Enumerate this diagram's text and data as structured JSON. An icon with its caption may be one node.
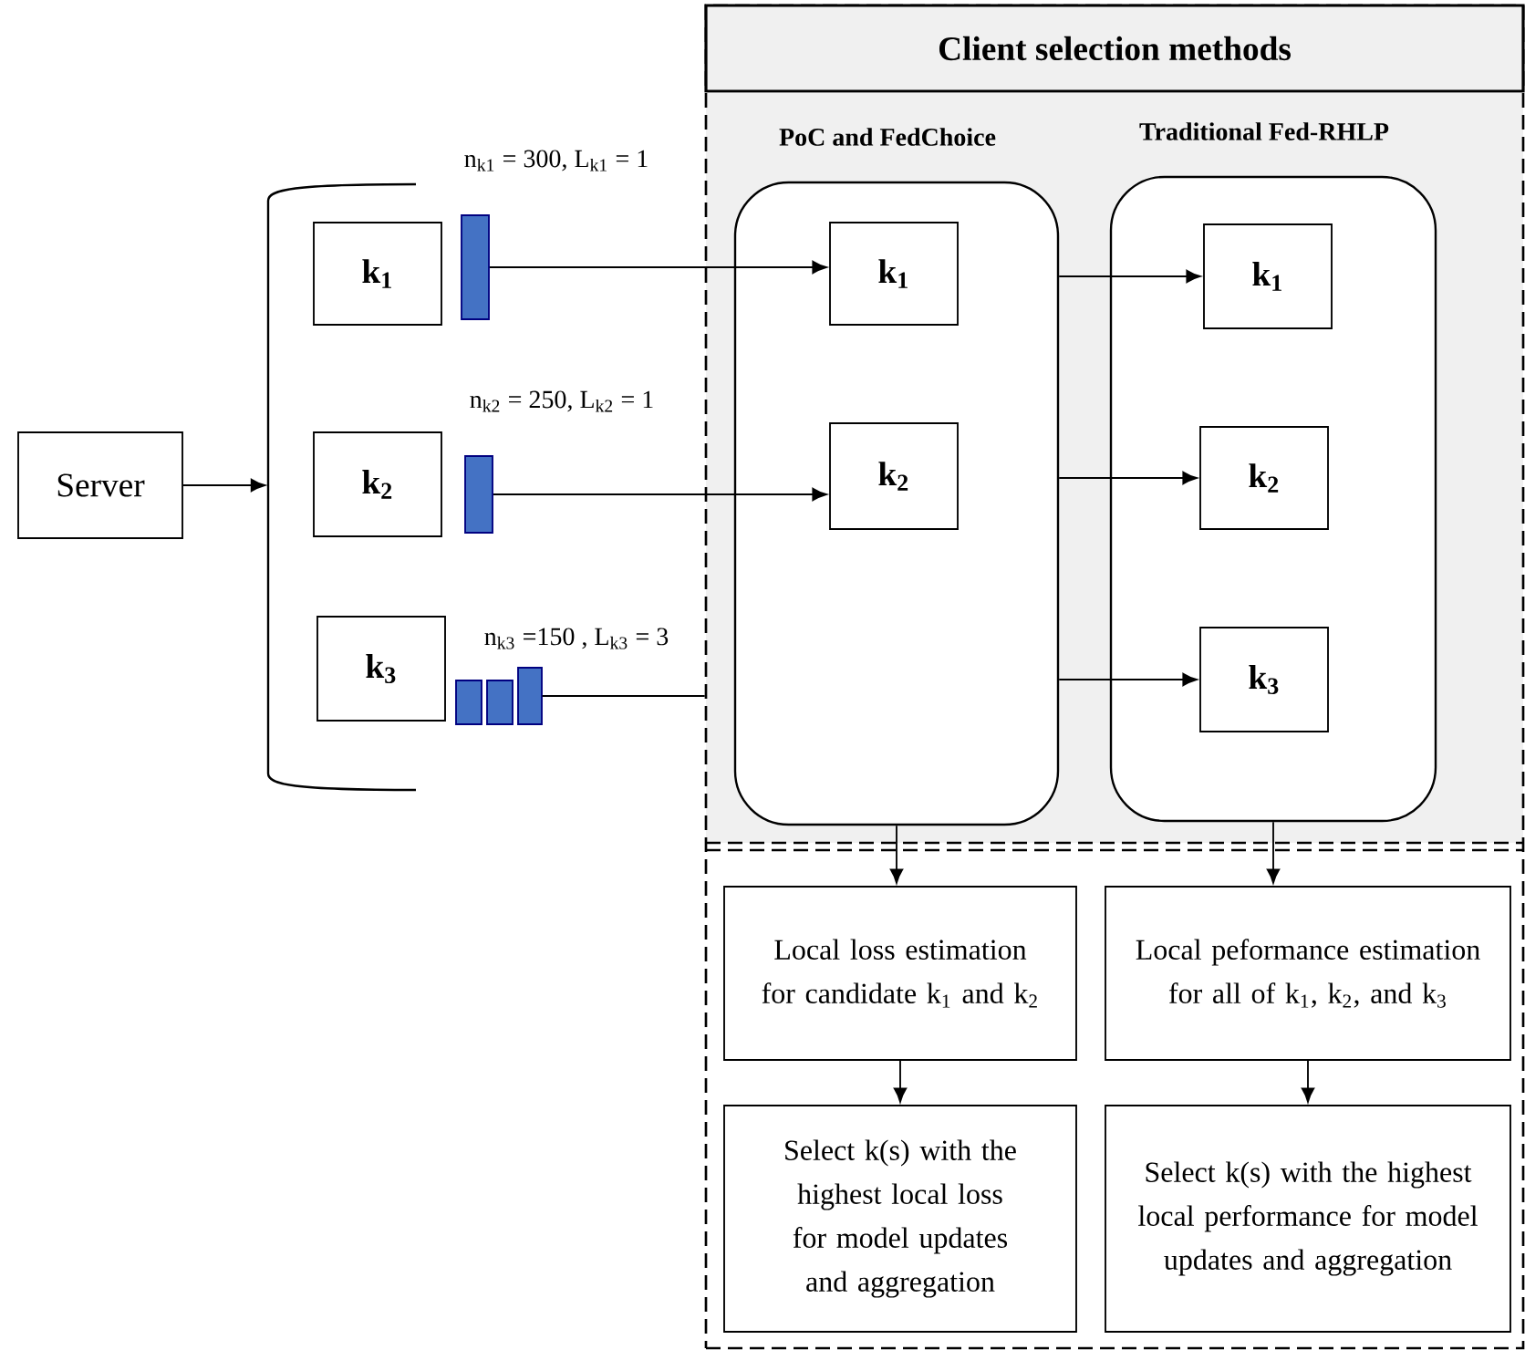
{
  "diagram": {
    "nodes": [
      {
        "text": [
          "Server"
        ]
      },
      {
        "text": [
          "Client selection methods"
        ]
      },
      {
        "text": [
          "PoC and FedChoice"
        ],
        "in": 1
      },
      {
        "text": [
          "Traditional Fed-RHLP"
        ],
        "in": 1
      },
      {
        "text": [
          "k$_{1}$"
        ]
      },
      {
        "text": [
          "k$_{2}$"
        ]
      },
      {
        "text": [
          "k$_{3}$"
        ]
      },
      {
        "text": [],
        "shape": "bar",
        "beside": [
          "n$_{k1}$ = 300, L$_{k1}$ = 1"
        ]
      },
      {
        "text": [],
        "shape": "bar",
        "beside": [
          "n$_{k2}$ = 250, L$_{k2}$ = 1"
        ]
      },
      {
        "text": [],
        "shape": "bar",
        "beside": [
          "n$_{k3}$ =150 , L$_{k3}$ = 3"
        ]
      },
      {
        "text": [
          "k$_{1}$"
        ],
        "in": 2
      },
      {
        "text": [
          "k$_{2}$"
        ],
        "in": 2
      },
      {
        "text": [
          "k$_{1}$"
        ],
        "in": 3
      },
      {
        "text": [
          "k$_{2}$"
        ],
        "in": 3
      },
      {
        "text": [
          "k$_{3}$"
        ],
        "in": 3
      },
      {
        "text": [
          "Local loss estimation for candidate k$_{1}$ and k$_{2}$"
        ],
        "in": 1
      },
      {
        "text": [
          "Local peformance estimation for all of k$_{1}$, k$_{2}$, and k$_{3}$"
        ],
        "in": 1
      },
      {
        "text": [
          "Select k(s) with the highest local loss for model updates and aggregation"
        ],
        "in": 1
      },
      {
        "text": [
          "Select k(s) with the highest local performance for model updates and aggregation"
        ],
        "in": 1
      },
      {
        "text": [],
        "shape": "bracket"
      }
    ],
    "edges": [
      {
        "from": 0,
        "to": 19,
        "arrow": "to"
      },
      {
        "from": 7,
        "to": 10,
        "arrow": "to"
      },
      {
        "from": 8,
        "to": 11,
        "arrow": "to"
      },
      {
        "from": 9,
        "to": 1,
        "arrow": "none"
      },
      {
        "from": 2,
        "to": 12,
        "arrow": "to"
      },
      {
        "from": 2,
        "to": 13,
        "arrow": "to"
      },
      {
        "from": 2,
        "to": 14,
        "arrow": "to"
      },
      {
        "from": 2,
        "to": 15,
        "arrow": "to"
      },
      {
        "from": 3,
        "to": 16,
        "arrow": "to"
      },
      {
        "from": 15,
        "to": 17,
        "arrow": "to"
      },
      {
        "from": 16,
        "to": 18,
        "arrow": "to"
      }
    ]
  }
}
